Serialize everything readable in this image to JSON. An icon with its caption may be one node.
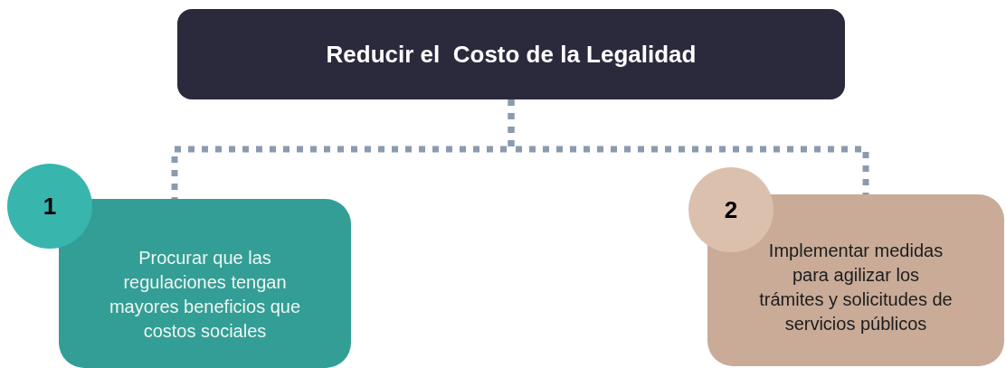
{
  "diagram": {
    "nodes": [
      {
        "text": [
          "Reducir el  Costo de la Legalidad"
        ]
      },
      {
        "text": [
          "1"
        ]
      },
      {
        "text": [
          "Procurar que las regulaciones tengan mayores beneficios que costos sociales"
        ]
      },
      {
        "text": [
          "2"
        ]
      },
      {
        "text": [
          "Implementar medidas para agilizar los trámites y solicitudes de servicios públicos"
        ]
      }
    ],
    "edges": [
      {
        "from": 0,
        "to": 2,
        "arrow": "none",
        "style": "dashed"
      },
      {
        "from": 0,
        "to": 4,
        "arrow": "none",
        "style": "dashed"
      }
    ]
  }
}
